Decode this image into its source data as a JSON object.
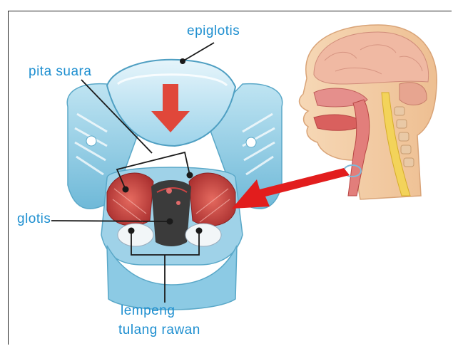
{
  "labels": {
    "epiglotis": "epiglotis",
    "pita_suara": "pita suara",
    "glotis": "glotis",
    "lempeng_line1": "lempeng",
    "lempeng_line2": "tulang rawan"
  },
  "colors": {
    "label_text": "#1e8fd0",
    "cartilage_blue": "#8fcde6",
    "vocal_cord_red": "#c8413f",
    "arrow_red": "#e02020",
    "skin": "#f3cfa6"
  }
}
